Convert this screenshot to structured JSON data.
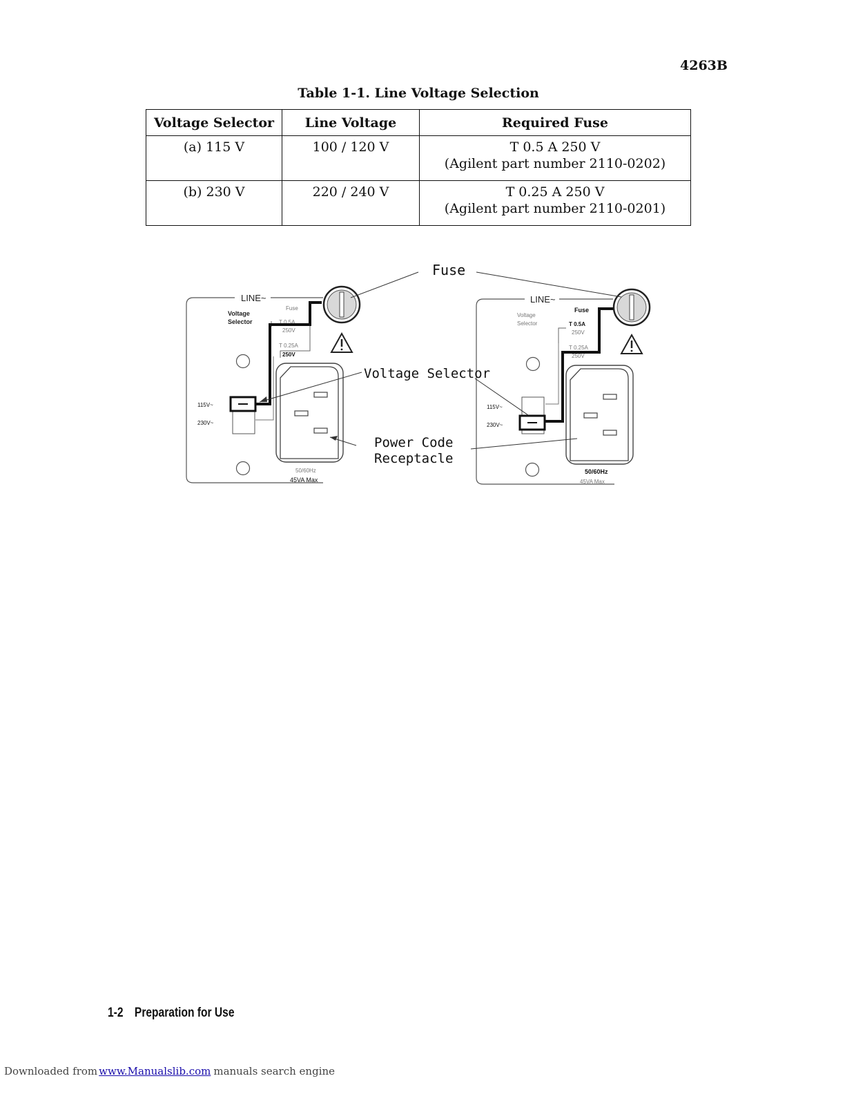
{
  "header": {
    "model": "4263B"
  },
  "table": {
    "title": "Table 1-1. Line Voltage Selection",
    "headers": [
      "Voltage Selector",
      "Line Voltage",
      "Required Fuse"
    ],
    "rows": [
      {
        "selector": "(a) 115 V",
        "line_voltage": "100 / 120 V",
        "fuse": "T 0.5 A 250 V",
        "part": "(Agilent part number 2110-0202)"
      },
      {
        "selector": "(b) 230 V",
        "line_voltage": "220 / 240 V",
        "fuse": "T 0.25 A 250 V",
        "part": "(Agilent part number 2110-0201)"
      }
    ]
  },
  "figure": {
    "callouts": {
      "fuse": "Fuse",
      "voltage_selector": "Voltage Selector",
      "power_code_1": "Power Code",
      "power_code_2": "Receptacle"
    },
    "panel_a": {
      "line": "LINE~",
      "selector_1": "Voltage",
      "selector_2": "Selector",
      "fuse": "Fuse",
      "t05": "T 0.5A",
      "v250a": "250V",
      "t025": "T 0.25A",
      "v250b": "250V",
      "v115": "115V~",
      "v230": "230V~",
      "freq": "50/60Hz",
      "max": "45VA Max"
    },
    "panel_b": {
      "line": "LINE~",
      "selector_1": "Voltage",
      "selector_2": "Selector",
      "fuse": "Fuse",
      "t05": "T 0.5A",
      "v250a": "250V",
      "t025": "T 0.25A",
      "v250b": "250V",
      "v115": "115V~",
      "v230": "230V~",
      "freq": "50/60Hz",
      "max": "45VA Max"
    }
  },
  "footer": {
    "page": "1-2",
    "section": "Preparation for Use"
  },
  "download": {
    "prefix": "Downloaded from",
    "link": "www.Manualslib.com",
    "suffix": "manuals search engine"
  }
}
